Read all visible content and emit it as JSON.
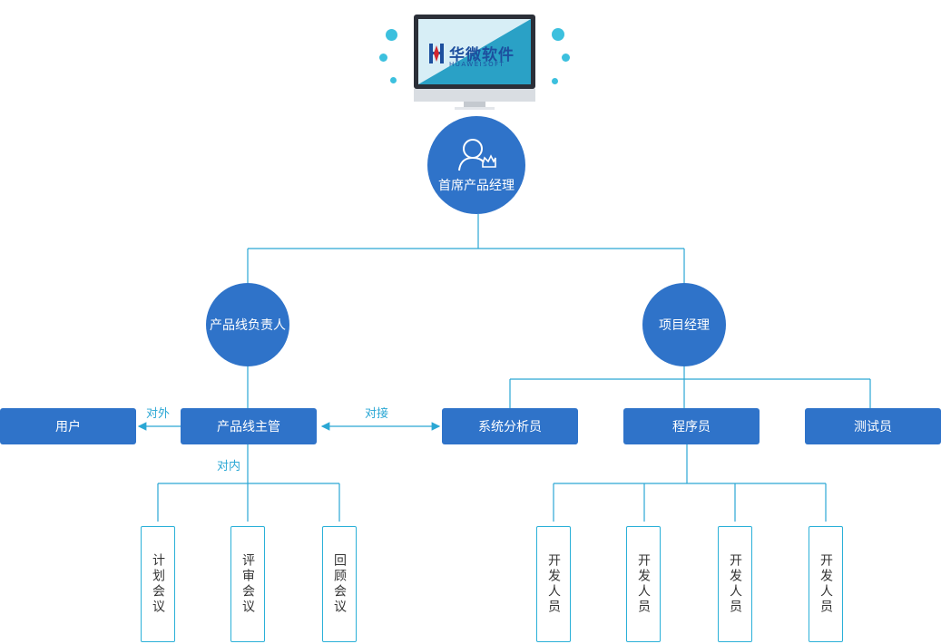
{
  "logo": {
    "brand_cn": "华微软件",
    "brand_en": "HUAWEISOFT"
  },
  "nodes": {
    "chief": "首席产品经理",
    "product_line_owner": "产品线负责人",
    "project_manager": "项目经理",
    "user": "用户",
    "product_line_supervisor": "产品线主管",
    "system_analyst": "系统分析员",
    "programmer": "程序员",
    "tester": "测试员"
  },
  "connector_labels": {
    "external": "对外",
    "interface": "对接",
    "internal": "对内"
  },
  "meetings": [
    "计划会议",
    "评审会议",
    "回顾会议"
  ],
  "developers": [
    "开发人员",
    "开发人员",
    "开发人员",
    "开发人员"
  ],
  "colors": {
    "node": "#2f73c9",
    "line": "#2aa7d4",
    "dot": "#3cc0de"
  }
}
